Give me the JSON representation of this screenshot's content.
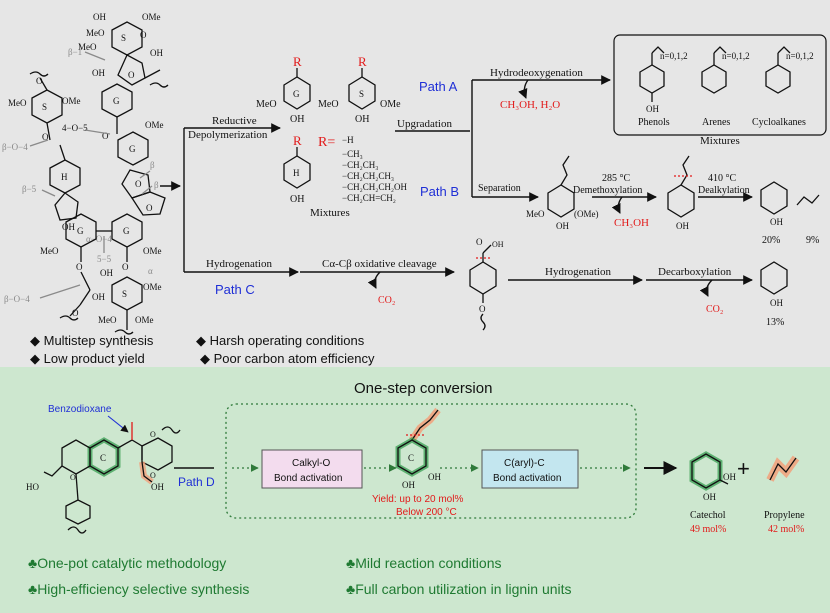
{
  "top": {
    "lignin_labels": {
      "b1": "β−1",
      "b5": "β−5",
      "b04_left": "β−O−4",
      "a04": "α−O−4",
      "b04_bottom": "β−O−4",
      "b05": "4−O−5",
      "five5": "5−5",
      "beta": "β",
      "alpha": "α",
      "ring_S": "S",
      "ring_G": "G",
      "ring_H": "H",
      "OH": "OH",
      "OMe": "OMe",
      "MeO": "MeO",
      "O": "O"
    },
    "reductive_label": "Reductive\nDepolymerization",
    "mixture": {
      "R_top": "R",
      "R_eq": "R=",
      "substituents": [
        "−H",
        "−CH₃",
        "−CH₂CH₃",
        "−CH₂CH₂CH₃",
        "−CH₂CH₂CH₂OH",
        "−CH₂CH=CH₂"
      ],
      "label": "Mixtures",
      "ring_G": "G",
      "ring_S": "S",
      "ring_H": "H",
      "MeO": "MeO",
      "OMe": "OMe",
      "OH": "OH"
    },
    "upgradation": "Upgradation",
    "pathA": {
      "name": "Path A",
      "step": "Hydrodeoxygenation",
      "byproduct": "CH₃OH, H₂O",
      "box_n": "n=0,1,2",
      "phenols": "Phenols",
      "arenes": "Arenes",
      "cycloalkanes": "Cycloalkanes",
      "mixtures": "Mixtures",
      "OH": "OH"
    },
    "pathB": {
      "name": "Path B",
      "step1": "Separation",
      "t1": "285 °C",
      "step2": "Demethoxylation",
      "byproduct": "CH₃OH",
      "t2": "410 °C",
      "step3": "Dealkylation",
      "phenol_yield": "20%",
      "propene_yield": "9%",
      "MeO": "MeO",
      "OMe": "(OMe)",
      "OH": "OH"
    },
    "pathC": {
      "name": "Path C",
      "step1": "Hydrogenation",
      "step2": "Cα-Cβ oxidative cleavage",
      "co2": "CO₂",
      "step3": "Hydrogenation",
      "step4": "Decarboxylation",
      "co2b": "CO₂",
      "yield": "13%",
      "OH": "OH",
      "O": "O"
    },
    "drawbacks": [
      "Multistep synthesis",
      "Harsh operating conditions",
      "Low product yield",
      "Poor carbon atom efficiency"
    ]
  },
  "bottom": {
    "title": "One-step conversion",
    "benzodioxane": "Benzodioxane",
    "pathD": "Path D",
    "box1_line1": "Calkyl-O",
    "box1_line2": "Bond activation",
    "box2_line1": "C(aryl)-C",
    "box2_line2": "Bond activation",
    "yield_line1": "Yield: up to 20 mol%",
    "yield_line2": "Below 200 °C",
    "catechol": "Catechol",
    "catechol_yield": "49 mol%",
    "propylene": "Propylene",
    "propylene_yield": "42 mol%",
    "plus": "+",
    "advantages": [
      "One-pot catalytic methodology",
      "Mild reaction conditions",
      "High-efficiency selective synthesis",
      "Full carbon utilization in lignin units"
    ],
    "OH": "OH",
    "HO": "HO",
    "ring_C": "C",
    "O": "O"
  },
  "colors": {
    "top_bg": "#e6e6e6",
    "bottom_bg": "#cde7cf",
    "blue": "#1f2fd6",
    "red": "#e21a1a",
    "green": "#1f7a32",
    "highlight": "#2f9a4a",
    "orange": "#f2a07a"
  }
}
